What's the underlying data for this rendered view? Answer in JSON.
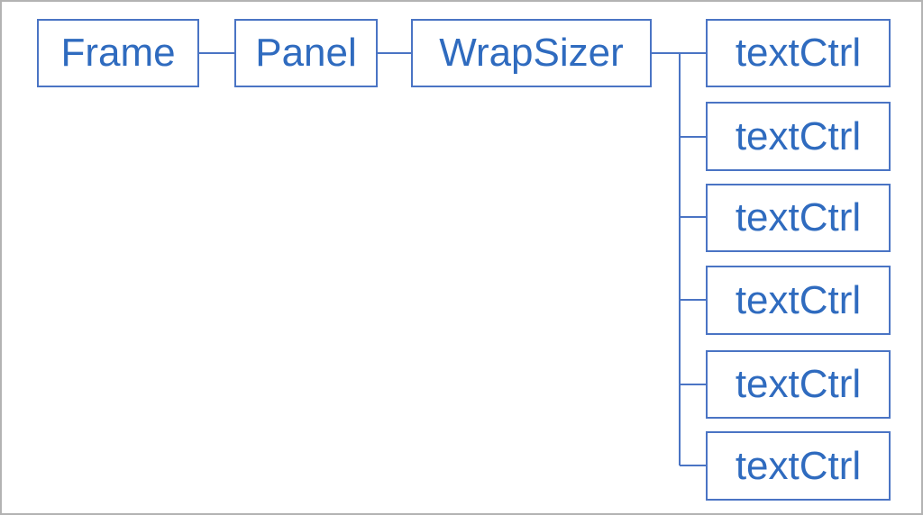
{
  "diagram": {
    "colors": {
      "box_border": "#4a74c4",
      "text": "#2f6bbf",
      "connector": "#4a74c4",
      "frame": "#b3b3b3"
    },
    "nodes": {
      "frame": "Frame",
      "panel": "Panel",
      "wrap_sizer": "WrapSizer",
      "children": [
        "textCtrl",
        "textCtrl",
        "textCtrl",
        "textCtrl",
        "textCtrl",
        "textCtrl"
      ]
    }
  }
}
